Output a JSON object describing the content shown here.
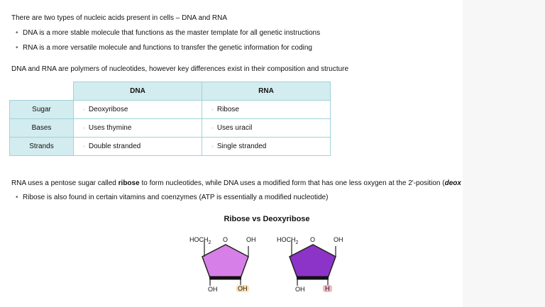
{
  "intro": "There are two types of nucleic acids present in cells – DNA and RNA",
  "bullets1": [
    "DNA is a more stable molecule that functions as the master template for all genetic instructions",
    "RNA is a more versatile molecule and functions to transfer the genetic information for coding"
  ],
  "polymer_sentence": "DNA and RNA are polymers of nucleotides, however key differences exist in their composition and structure",
  "table": {
    "headers": [
      "DNA",
      "RNA"
    ],
    "rows": [
      {
        "label": "Sugar",
        "dna": "Deoxyribose",
        "rna": "Ribose"
      },
      {
        "label": "Bases",
        "dna": "Uses thymine",
        "rna": "Uses uracil"
      },
      {
        "label": "Strands",
        "dna": "Double stranded",
        "rna": "Single stranded"
      }
    ]
  },
  "ribose_sentence": {
    "part1": "RNA uses a pentose sugar called ",
    "bold": "ribose",
    "part2": " to form nucleotides, while DNA uses a modified form that has one less oxygen at the 2'-position (",
    "italic": "deox"
  },
  "bullet2": "Ribose is also found in certain vitamins and coenzymes (ATP is essentially a modified nucleotide)",
  "figure": {
    "title": "Ribose vs Deoxyribose",
    "ribose": {
      "hoch2": "HOCH",
      "sub": "2",
      "o": "O",
      "oh_top": "OH",
      "oh_bl": "OH",
      "oh_br": "OH",
      "color": "#d77fe8"
    },
    "deoxyribose": {
      "hoch2": "HOCH",
      "sub": "2",
      "o": "O",
      "oh_top": "OH",
      "oh_bl": "OH",
      "h_br": "H",
      "color": "#8c34c8"
    }
  }
}
